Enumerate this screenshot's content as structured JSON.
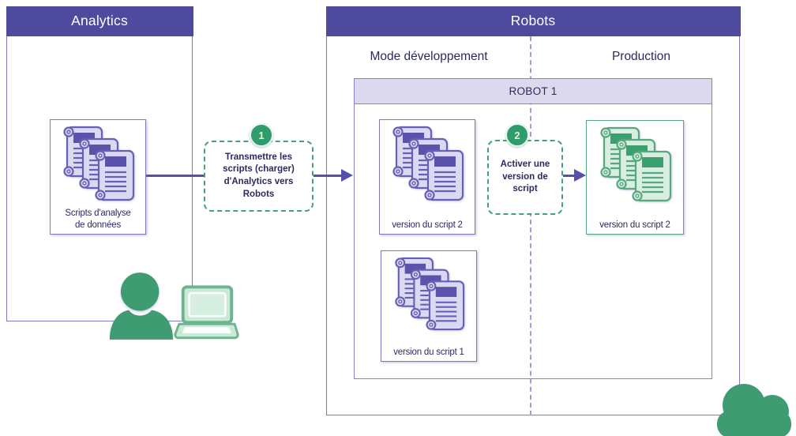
{
  "analytics": {
    "title": "Analytics",
    "scripts_label": "Scripts d'analyse\nde données"
  },
  "steps": [
    {
      "number": "1",
      "label": "Transmettre les\nscripts (charger)\nd'Analytics vers\nRobots"
    },
    {
      "number": "2",
      "label": "Activer une\nversion de\nscript"
    }
  ],
  "robots": {
    "title": "Robots",
    "dev_column_label": "Mode développement",
    "prod_column_label": "Production",
    "robot1": {
      "title": "ROBOT 1",
      "dev_versions": [
        "version du script 2",
        "version du script 1"
      ],
      "prod_version": "version du script 2"
    }
  },
  "icons": [
    "scripts-stack-icon",
    "person-icon",
    "laptop-icon",
    "cloud-icon"
  ],
  "colors": {
    "header_purple": "#4e4a9e",
    "panel_border": "#7d77c4",
    "robot_header_fill": "#dcd9ef",
    "robot_header_border": "#8781c8",
    "divider_dashed": "#a29cd8",
    "arrow_purple": "#5750a8",
    "step_dashed_green": "#43a278",
    "badge_green": "#2f9c70",
    "badge_text": "#f4efc6",
    "solid_green": "#3f9c72",
    "laptop_green_fill": "#c9ead7",
    "laptop_green_stroke": "#6fb391",
    "scroll_purple_fill": "#dbd8f2",
    "scroll_purple_stroke": "#6761b5",
    "scroll_purple_block": "#5a53ab",
    "scroll_green_fill": "#d7eee0",
    "scroll_green_stroke": "#58a87f",
    "scroll_green_block": "#3aa06d",
    "text_dark": "#2b2a60"
  }
}
